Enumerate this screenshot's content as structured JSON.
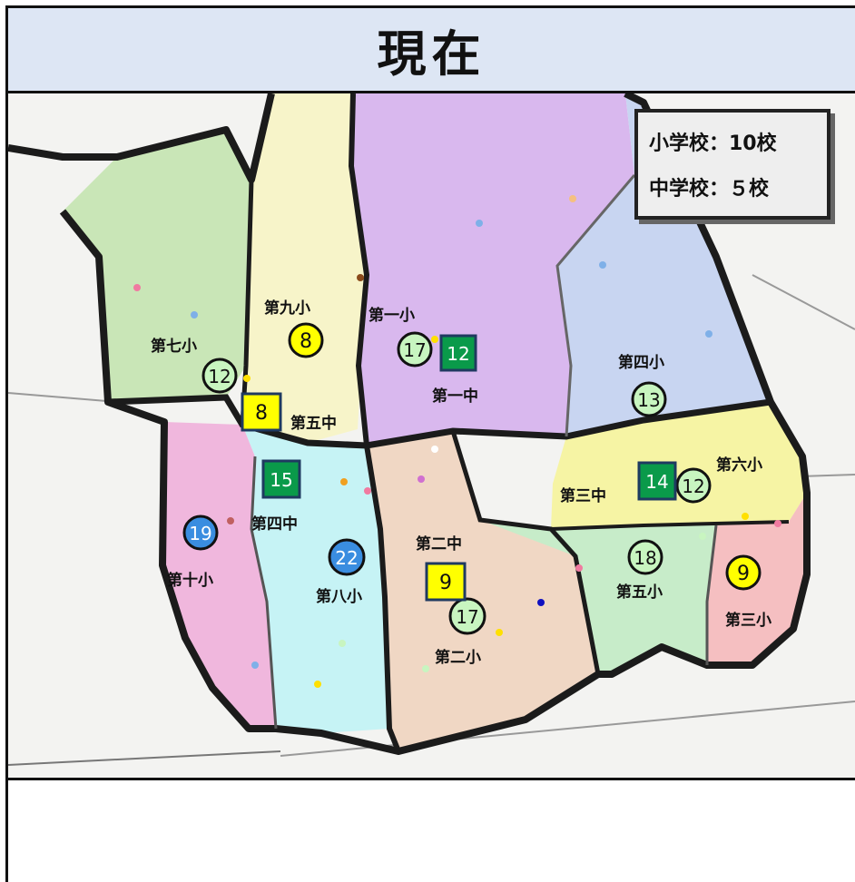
{
  "header": {
    "title": "現在"
  },
  "legend": {
    "elementary": "小学校：10校",
    "junior_high": "中学校：５校"
  },
  "map": {
    "districts": [
      {
        "id": "d7",
        "fill": "#c9e6b7"
      },
      {
        "id": "d9",
        "fill": "#f7f4c9"
      },
      {
        "id": "d1",
        "fill": "#d9b8ee"
      },
      {
        "id": "d4",
        "fill": "#c8d5f1"
      },
      {
        "id": "d10",
        "fill": "#f0b7dd"
      },
      {
        "id": "d8",
        "fill": "#c6f3f5"
      },
      {
        "id": "d2",
        "fill": "#f0d7c4"
      },
      {
        "id": "d6",
        "fill": "#f6f4a4"
      },
      {
        "id": "d5",
        "fill": "#c7ecc9"
      },
      {
        "id": "d3",
        "fill": "#f5bfc1"
      }
    ],
    "labels": [
      {
        "id": "lbl-9",
        "text": "第九小"
      },
      {
        "id": "lbl-1",
        "text": "第一小"
      },
      {
        "id": "lbl-7",
        "text": "第七小"
      },
      {
        "id": "lbl-j5",
        "text": "第五中"
      },
      {
        "id": "lbl-j1",
        "text": "第一中"
      },
      {
        "id": "lbl-4",
        "text": "第四小"
      },
      {
        "id": "lbl-j4",
        "text": "第四中"
      },
      {
        "id": "lbl-10",
        "text": "第十小"
      },
      {
        "id": "lbl-8",
        "text": "第八小"
      },
      {
        "id": "lbl-j2",
        "text": "第二中"
      },
      {
        "id": "lbl-2",
        "text": "第二小"
      },
      {
        "id": "lbl-j3",
        "text": "第三中"
      },
      {
        "id": "lbl-6",
        "text": "第六小"
      },
      {
        "id": "lbl-5",
        "text": "第五小"
      },
      {
        "id": "lbl-3",
        "text": "第三小"
      }
    ],
    "elementary_markers": [
      {
        "id": "es-9",
        "value": "8",
        "fill": "#ffff00"
      },
      {
        "id": "es-1",
        "value": "17",
        "fill": "#c8f5c0"
      },
      {
        "id": "es-7",
        "value": "12",
        "fill": "#c8f5c0"
      },
      {
        "id": "es-4",
        "value": "13",
        "fill": "#c8f5c0"
      },
      {
        "id": "es-6",
        "value": "12",
        "fill": "#c8f5c0"
      },
      {
        "id": "es-10",
        "value": "19",
        "fill": "#3a8de0"
      },
      {
        "id": "es-8",
        "value": "22",
        "fill": "#3a8de0"
      },
      {
        "id": "es-5",
        "value": "18",
        "fill": "#c8f5c0"
      },
      {
        "id": "es-3",
        "value": "9",
        "fill": "#ffff00"
      },
      {
        "id": "es-2",
        "value": "17",
        "fill": "#c8f5c0"
      }
    ],
    "junior_markers": [
      {
        "id": "jh-1",
        "value": "12",
        "fill": "#0a9a4a"
      },
      {
        "id": "jh-5",
        "value": "8",
        "fill": "#ffff00"
      },
      {
        "id": "jh-4",
        "value": "15",
        "fill": "#0a9a4a"
      },
      {
        "id": "jh-3",
        "value": "14",
        "fill": "#0a9a4a"
      },
      {
        "id": "jh-2",
        "value": "9",
        "fill": "#ffff00"
      }
    ]
  }
}
